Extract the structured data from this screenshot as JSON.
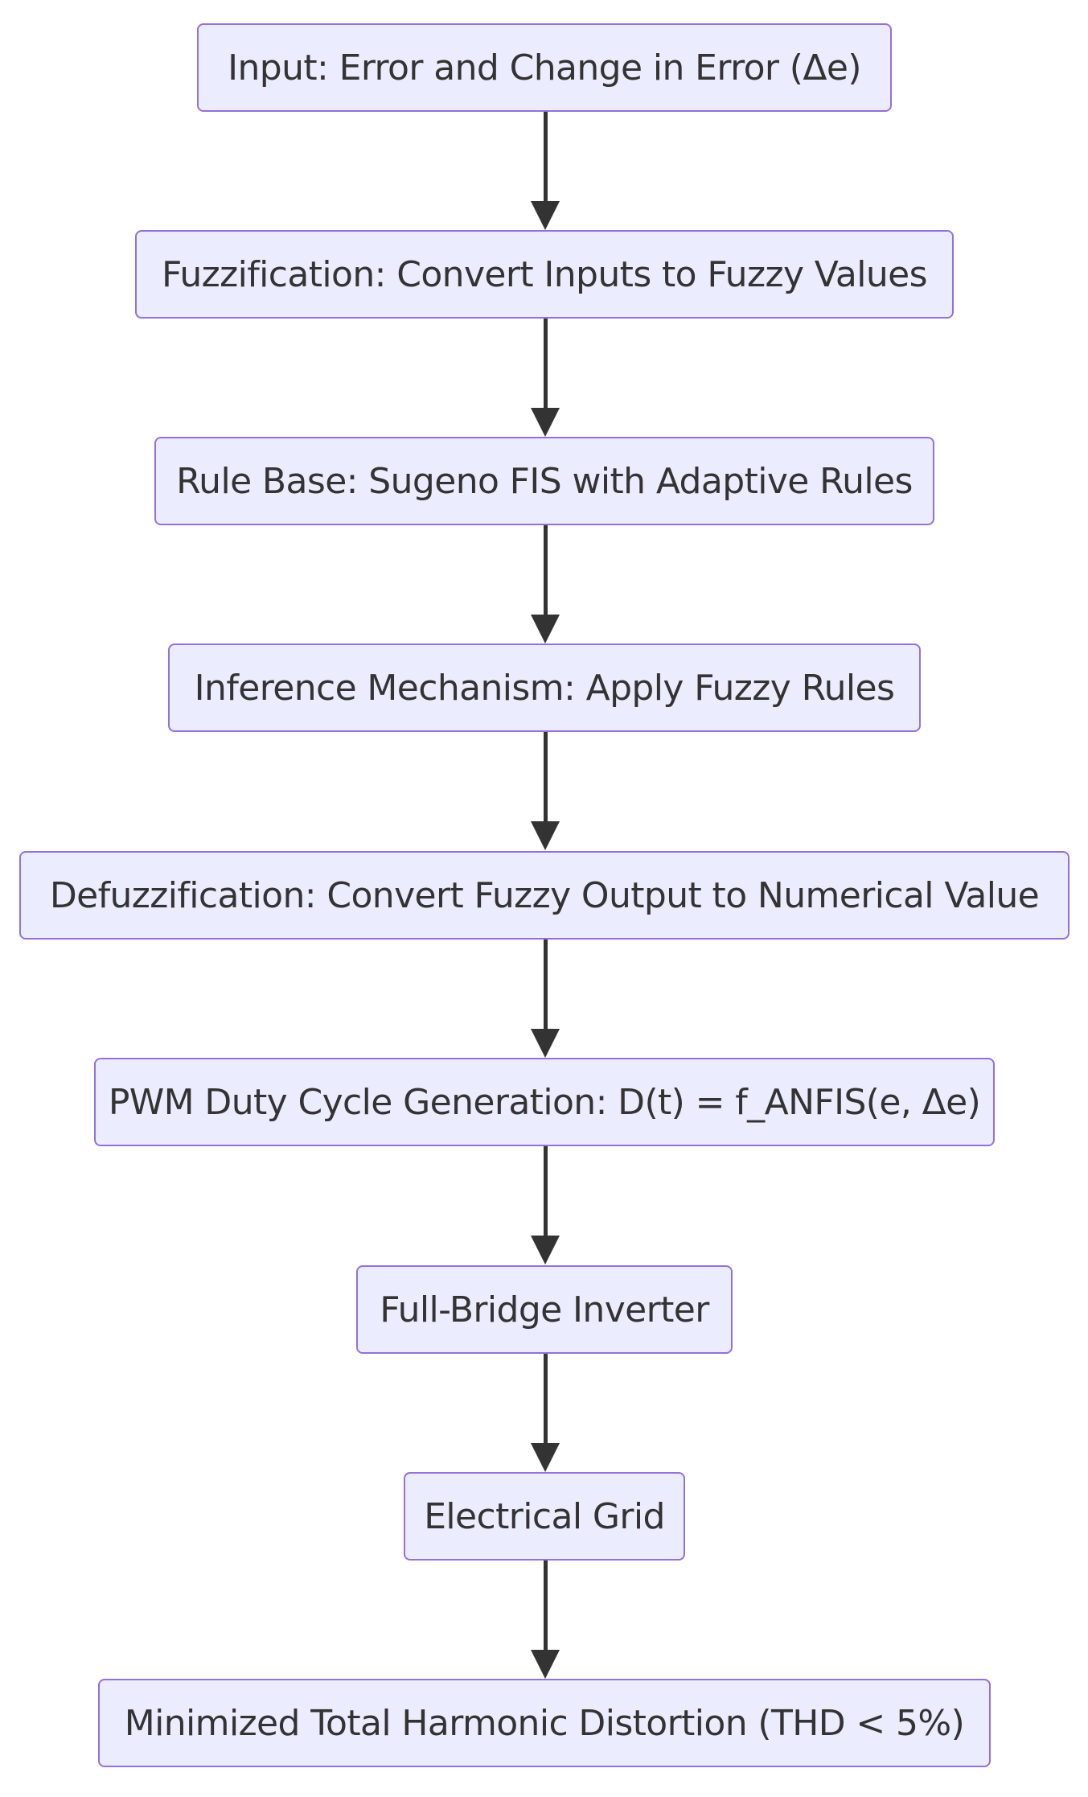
{
  "diagram": {
    "nodes": [
      {
        "id": "input",
        "label": "Input: Error and Change in Error (Δe)"
      },
      {
        "id": "fuzzification",
        "label": "Fuzzification: Convert Inputs to Fuzzy Values"
      },
      {
        "id": "rule_base",
        "label": "Rule Base: Sugeno FIS with Adaptive Rules"
      },
      {
        "id": "inference",
        "label": "Inference Mechanism: Apply Fuzzy Rules"
      },
      {
        "id": "defuzzification",
        "label": "Defuzzification: Convert Fuzzy Output to Numerical Value"
      },
      {
        "id": "pwm",
        "label": "PWM Duty Cycle Generation: D(t) = f_ANFIS(e, Δe)"
      },
      {
        "id": "inverter",
        "label": "Full-Bridge Inverter"
      },
      {
        "id": "grid",
        "label": "Electrical Grid"
      },
      {
        "id": "thd",
        "label": "Minimized Total Harmonic Distortion (THD < 5%)"
      }
    ],
    "edges": [
      {
        "from": "input",
        "to": "fuzzification"
      },
      {
        "from": "fuzzification",
        "to": "rule_base"
      },
      {
        "from": "rule_base",
        "to": "inference"
      },
      {
        "from": "inference",
        "to": "defuzzification"
      },
      {
        "from": "defuzzification",
        "to": "pwm"
      },
      {
        "from": "pwm",
        "to": "inverter"
      },
      {
        "from": "inverter",
        "to": "grid"
      },
      {
        "from": "grid",
        "to": "thd"
      }
    ],
    "colors": {
      "node_fill": "#ececff",
      "node_border": "#9370db",
      "text": "#333333",
      "edge": "#333333"
    }
  }
}
